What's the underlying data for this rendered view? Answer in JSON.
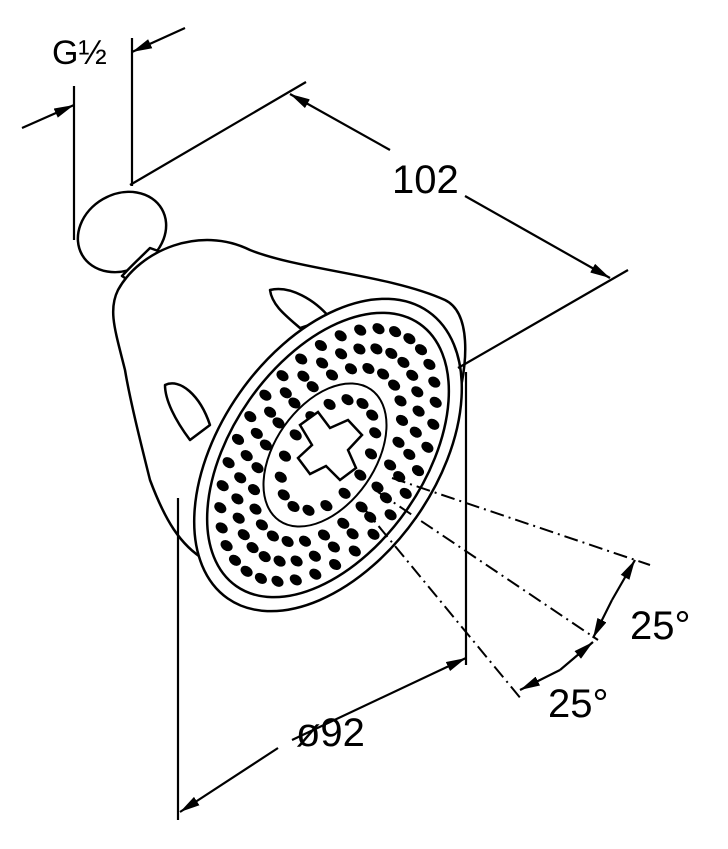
{
  "drawing": {
    "subject": "shower head",
    "labels": {
      "thread": "G½",
      "length": "102",
      "diameter": "ø92",
      "angle_upper": "25°",
      "angle_lower": "25°"
    },
    "colors": {
      "line": "#000000",
      "background": "#ffffff"
    }
  }
}
